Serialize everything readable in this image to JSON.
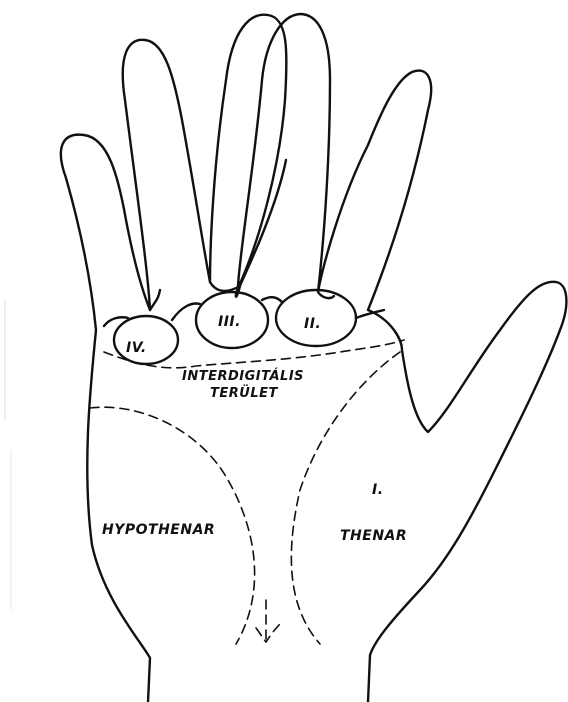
{
  "labels": {
    "pad_iv": "IV.",
    "pad_iii": "III.",
    "pad_ii": "II.",
    "interdigital_line1": "INTERDIGITÁLIS",
    "interdigital_line2": "TERÜLET",
    "hypothenar": "HYPOTHENAR",
    "thenar_numeral": "I.",
    "thenar": "THENAR"
  }
}
